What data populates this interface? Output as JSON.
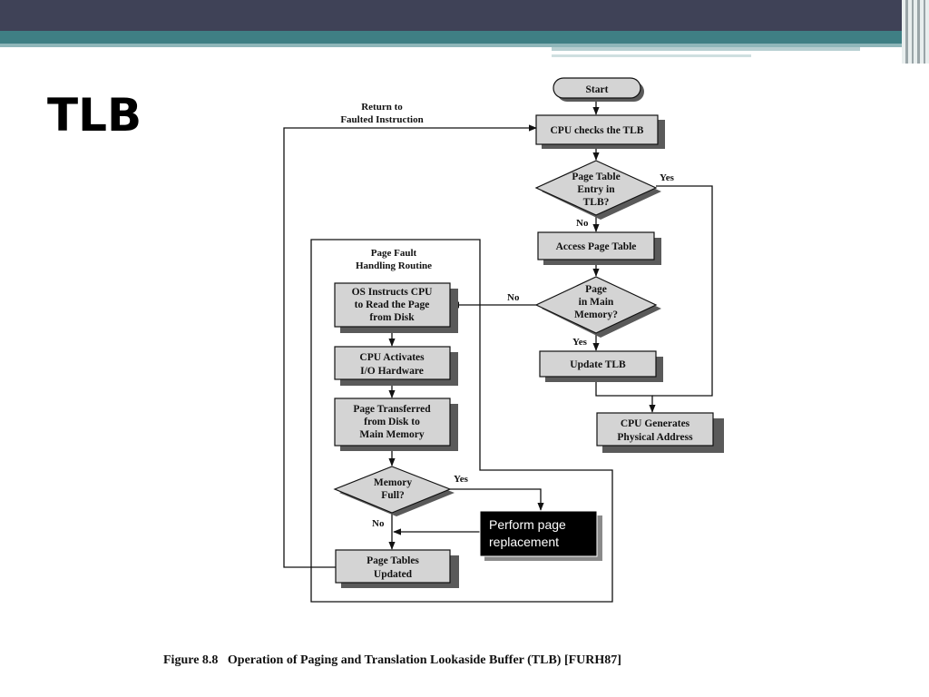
{
  "slide": {
    "title": "TLB"
  },
  "flowchart": {
    "start": "Start",
    "cpu_checks_tlb": "CPU checks the TLB",
    "pte_in_tlb": [
      "Page Table",
      "Entry in",
      "TLB?"
    ],
    "access_page_table": "Access Page Table",
    "page_in_memory": [
      "Page",
      "in Main",
      "Memory?"
    ],
    "update_tlb": "Update TLB",
    "cpu_generates": [
      "CPU Generates",
      "Physical Address"
    ],
    "return_label": [
      "Return to",
      "Faulted Instruction"
    ],
    "routine_label": [
      "Page Fault",
      "Handling Routine"
    ],
    "os_instructs": [
      "OS Instructs CPU",
      "to Read the Page",
      "from Disk"
    ],
    "cpu_activates": [
      "CPU Activates",
      "I/O Hardware"
    ],
    "page_transferred": [
      "Page Transferred",
      "from Disk to",
      "Main Memory"
    ],
    "memory_full": [
      "Memory",
      "Full?"
    ],
    "page_tables_updated": [
      "Page Tables",
      "Updated"
    ],
    "perform_replacement": [
      "Perform page",
      "replacement"
    ],
    "yes": "Yes",
    "no": "No"
  },
  "caption": "Figure 8.8   Operation of Paging and Translation Lookaside Buffer (TLB) [FURH87]",
  "colors": {
    "box_fill": "#d4d4d4",
    "shadow": "#5a5a5a",
    "topbar": "#3f4257",
    "teal": "#3f7f84"
  }
}
